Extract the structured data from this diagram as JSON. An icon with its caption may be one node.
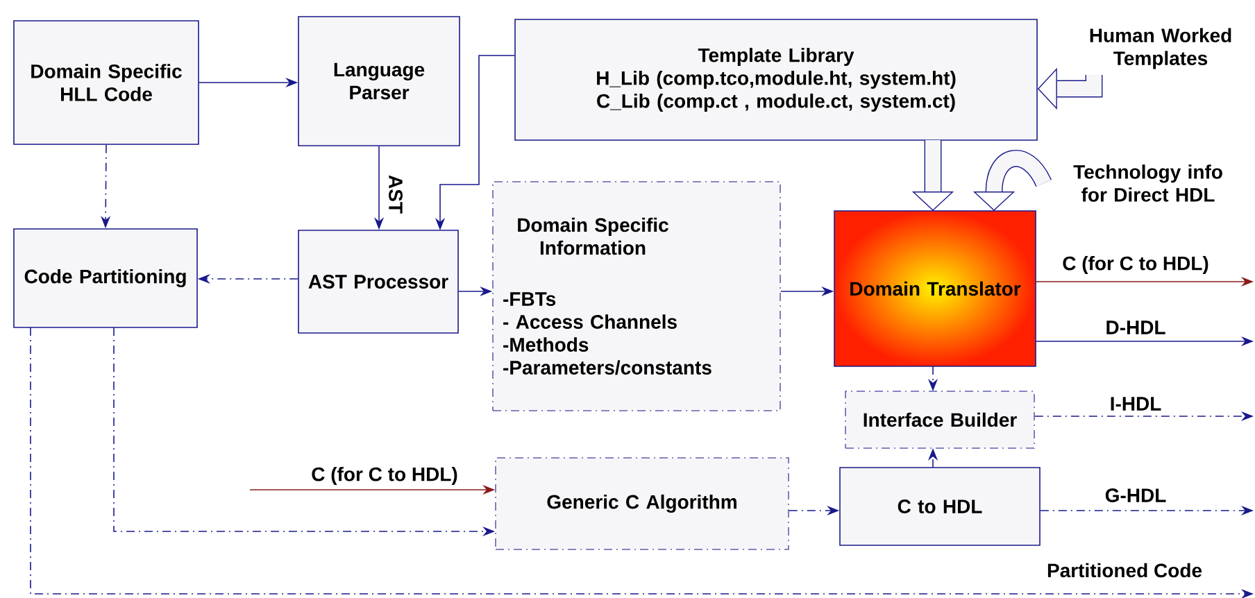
{
  "diagram": {
    "nodes": [
      {
        "text": [
          "Domain Specific HLL Code"
        ]
      },
      {
        "text": [
          "Language Parser"
        ]
      },
      {
        "text": [
          "Template Library",
          "H_Lib (comp.tco,module.ht, system.ht)",
          "C_Lib (comp.ct , module.ct, system.ct)"
        ]
      },
      {
        "text": [
          "Human Worked Templates"
        ]
      },
      {
        "text": [
          "Code Partitioning"
        ]
      },
      {
        "text": [
          "AST Processor"
        ]
      },
      {
        "text": [
          "Domain Specific Information",
          "-FBTs",
          "- Access Channels",
          "-Methods",
          "-Parameters/constants"
        ]
      },
      {
        "text": [
          "Domain Translator"
        ]
      },
      {
        "text": [
          "Technology info for Direct HDL"
        ]
      },
      {
        "text": [
          "Interface Builder"
        ]
      },
      {
        "text": [
          "C to HDL"
        ]
      },
      {
        "text": [
          "Generic C Algorithm"
        ]
      }
    ],
    "edges": [
      {
        "from": 0,
        "to": 1,
        "arrow": "to"
      },
      {
        "from": 0,
        "to": 4,
        "arrow": "to",
        "style": "dashed"
      },
      {
        "from": 1,
        "to": 5,
        "arrow": "to",
        "label": "AST"
      },
      {
        "from": 2,
        "to": 5,
        "arrow": "to"
      },
      {
        "from": 5,
        "to": 4,
        "arrow": "to",
        "style": "dashed"
      },
      {
        "from": 5,
        "to": 6,
        "arrow": "to"
      },
      {
        "from": 6,
        "to": 7,
        "arrow": "to"
      },
      {
        "from": 2,
        "to": 7,
        "arrow": "to",
        "style": "thick"
      },
      {
        "from": 3,
        "to": 2,
        "arrow": "to",
        "style": "thick"
      },
      {
        "from": 8,
        "to": 7,
        "arrow": "to",
        "style": "thick"
      },
      {
        "from": 7,
        "to": 9,
        "arrow": "to",
        "style": "dashed"
      },
      {
        "from": 10,
        "to": 9,
        "arrow": "to",
        "style": "dashed"
      },
      {
        "from": 11,
        "to": 10,
        "arrow": "to",
        "style": "dashed"
      },
      {
        "from": 4,
        "to": 11,
        "arrow": "to",
        "style": "dashed"
      },
      {
        "from": 7,
        "to": null,
        "arrow": "to",
        "label": "C (for C to HDL)",
        "color": "#8b1a1a"
      },
      {
        "from": 7,
        "to": null,
        "arrow": "to",
        "label": "D-HDL"
      },
      {
        "from": 9,
        "to": null,
        "arrow": "to",
        "label": "I-HDL",
        "style": "dashed"
      },
      {
        "from": 10,
        "to": null,
        "arrow": "to",
        "label": "G-HDL",
        "style": "dashed"
      },
      {
        "from": 4,
        "to": null,
        "arrow": "to",
        "label": "Partitioned Code",
        "style": "dashed"
      },
      {
        "from": null,
        "to": 11,
        "arrow": "to",
        "label": "C (for C to HDL)",
        "color": "#8b1a1a"
      }
    ]
  }
}
